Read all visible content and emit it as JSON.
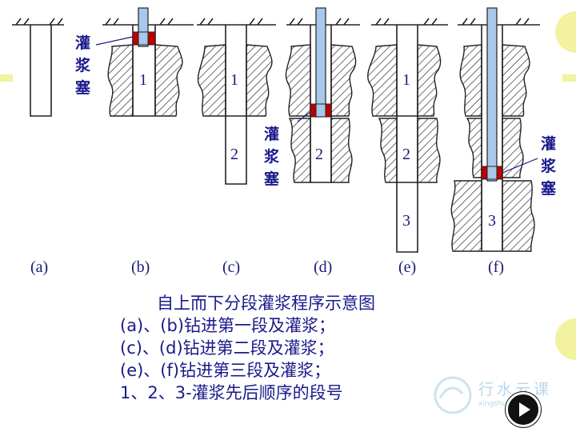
{
  "panels": [
    {
      "label": "(a)"
    },
    {
      "label": "(b)",
      "sections": [
        "1"
      ]
    },
    {
      "label": "(c)",
      "sections": [
        "1",
        "2"
      ]
    },
    {
      "label": "(d)",
      "sections": [
        "2"
      ]
    },
    {
      "label": "(e)",
      "sections": [
        "1",
        "2",
        "3"
      ]
    },
    {
      "label": "(f)",
      "sections": [
        "3"
      ]
    }
  ],
  "plug_label": [
    "灌",
    "浆",
    "塞"
  ],
  "caption": {
    "title": "自上而下分段灌浆程序示意图",
    "lines": [
      "(a)、(b)钻进第一段及灌浆；",
      "(c)、(d)钻进第二段及灌浆；",
      "(e)、(f)钻进第三段及灌浆；",
      "1、2、3-灌浆先后顺序的段号"
    ]
  },
  "logo": {
    "text": "行水云课",
    "url": "xingshuiyun.com"
  },
  "colors": {
    "label": "#1a1a7a",
    "plug": "#c00000",
    "pipe": "#a8c8ec",
    "accent": "#f2f2a0"
  }
}
